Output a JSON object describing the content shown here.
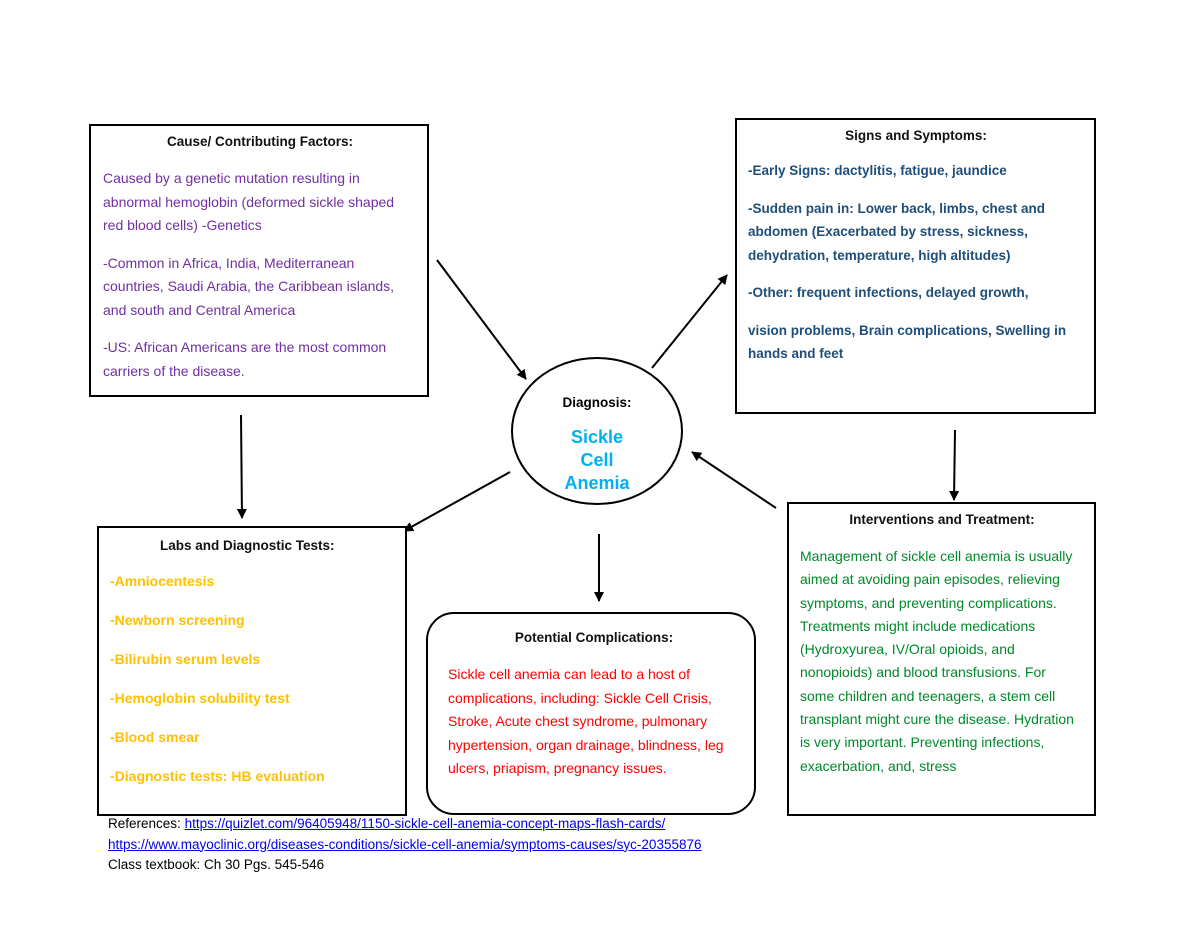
{
  "cause": {
    "title": "Cause/ Contributing Factors:",
    "paragraphs": [
      "Caused by a genetic mutation resulting in abnormal hemoglobin (deformed sickle shaped red blood cells) -Genetics",
      "-Common in Africa, India, Mediterranean countries, Saudi Arabia, the Caribbean islands, and south and Central America",
      "-US: African Americans are the most common carriers of the disease."
    ]
  },
  "signs": {
    "title": "Signs and Symptoms:",
    "paragraphs": [
      "-Early Signs: dactylitis, fatigue, jaundice",
      "-Sudden pain in: Lower back, limbs, chest and abdomen (Exacerbated by stress, sickness, dehydration, temperature, high altitudes)",
      "-Other: frequent infections, delayed growth,",
      "vision problems, Brain complications, Swelling in hands and feet"
    ]
  },
  "diagnosis": {
    "label": "Diagnosis:",
    "name": "Sickle Cell Anemia"
  },
  "labs": {
    "title": "Labs and Diagnostic Tests:",
    "items": [
      "-Amniocentesis",
      "-Newborn screening",
      "-Bilirubin serum levels",
      "-Hemoglobin solubility test",
      "-Blood smear",
      "-Diagnostic tests: HB evaluation"
    ]
  },
  "complications": {
    "title": "Potential Complications:",
    "text": "Sickle cell anemia can lead to a host of complications, including: Sickle Cell Crisis, Stroke, Acute chest syndrome, pulmonary hypertension, organ drainage, blindness, leg ulcers, priapism, pregnancy issues."
  },
  "interventions": {
    "title": "Interventions and Treatment:",
    "text": "Management of sickle cell anemia is usually aimed at avoiding pain episodes, relieving symptoms, and preventing complications. Treatments might include medications (Hydroxyurea, IV/Oral opioids, and nonopioids) and blood transfusions. For some children and teenagers, a stem cell transplant might cure the disease. Hydration is very important. Preventing infections, exacerbation, and, stress"
  },
  "references": {
    "label": "References:",
    "link1": "https://quizlet.com/96405948/1150-sickle-cell-anemia-concept-maps-flash-cards/",
    "link2": "https://www.mayoclinic.org/diseases-conditions/sickle-cell-anemia/symptoms-causes/syc-20355876",
    "textbook": "Class textbook: Ch 30 Pgs. 545-546"
  }
}
